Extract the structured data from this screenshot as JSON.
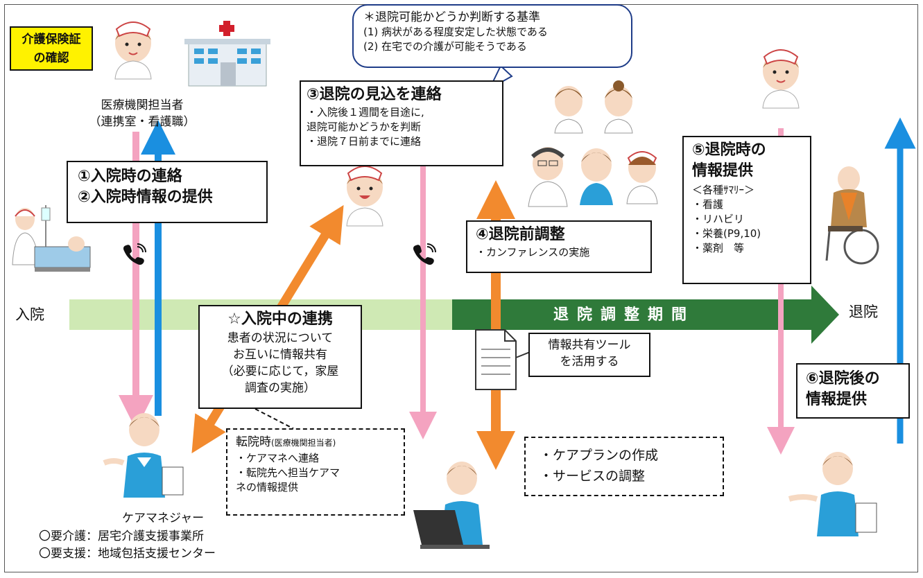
{
  "insurance_check": {
    "line1": "介護保険証",
    "line2": "の確認"
  },
  "hospital_staff": {
    "label": "医療機関担当者",
    "sublabel": "（連携室・看護職）"
  },
  "criteria": {
    "title": "＊退院可能かどうか判断する基準",
    "items": [
      "(1) 病状がある程度安定した状態である",
      "(2) 在宅での介護が可能そうである"
    ]
  },
  "step3": {
    "title": "③退院の見込を連絡",
    "lines": [
      "・入院後１週間を目途に,",
      "退院可能かどうかを判断",
      "・退院７日前までに連絡"
    ]
  },
  "step12": {
    "line1": "①入院時の連絡",
    "line2": "②入院時情報の提供"
  },
  "step4": {
    "title": "④退院前調整",
    "line": "・カンファレンスの実施"
  },
  "step5": {
    "title1": "⑤退院時の",
    "title2": "情報提供",
    "header": "＜各種ｻﾏﾘｰ＞",
    "items": [
      "・看護",
      "・リハビリ",
      "・栄養(P9,10)",
      "・薬剤　等"
    ]
  },
  "step6": {
    "line1": "⑥退院後の",
    "line2": "情報提供"
  },
  "timeline": {
    "start": "入院",
    "period": "退院調整期間",
    "end": "退院"
  },
  "during": {
    "title": "☆入院中の連携",
    "lines": [
      "患者の状況について",
      "お互いに情報共有",
      "（必要に応じて，家屋",
      "調査の実施）"
    ]
  },
  "transfer": {
    "title": "転院時",
    "title_note": "(医療機関担当者)",
    "lines": [
      "・ケアマネへ連絡",
      "・転院先へ担当ケアマ",
      "ネの情報提供"
    ]
  },
  "tool": {
    "line1": "情報共有ツール",
    "line2": "を活用する"
  },
  "careplan": {
    "lines": [
      "・ケアプランの作成",
      "・サービスの調整"
    ]
  },
  "caremanager": {
    "label": "ケアマネジャー",
    "lines": [
      "〇要介護：居宅介護支援事業所",
      "〇要支援：地域包括支援センター"
    ]
  },
  "colors": {
    "pink": "#f4a3c0",
    "blue": "#1a8fe0",
    "orange": "#f28a2e",
    "green_light": "#cfe9b4",
    "green_dark": "#2f7a3a",
    "yellow": "#fff200"
  }
}
